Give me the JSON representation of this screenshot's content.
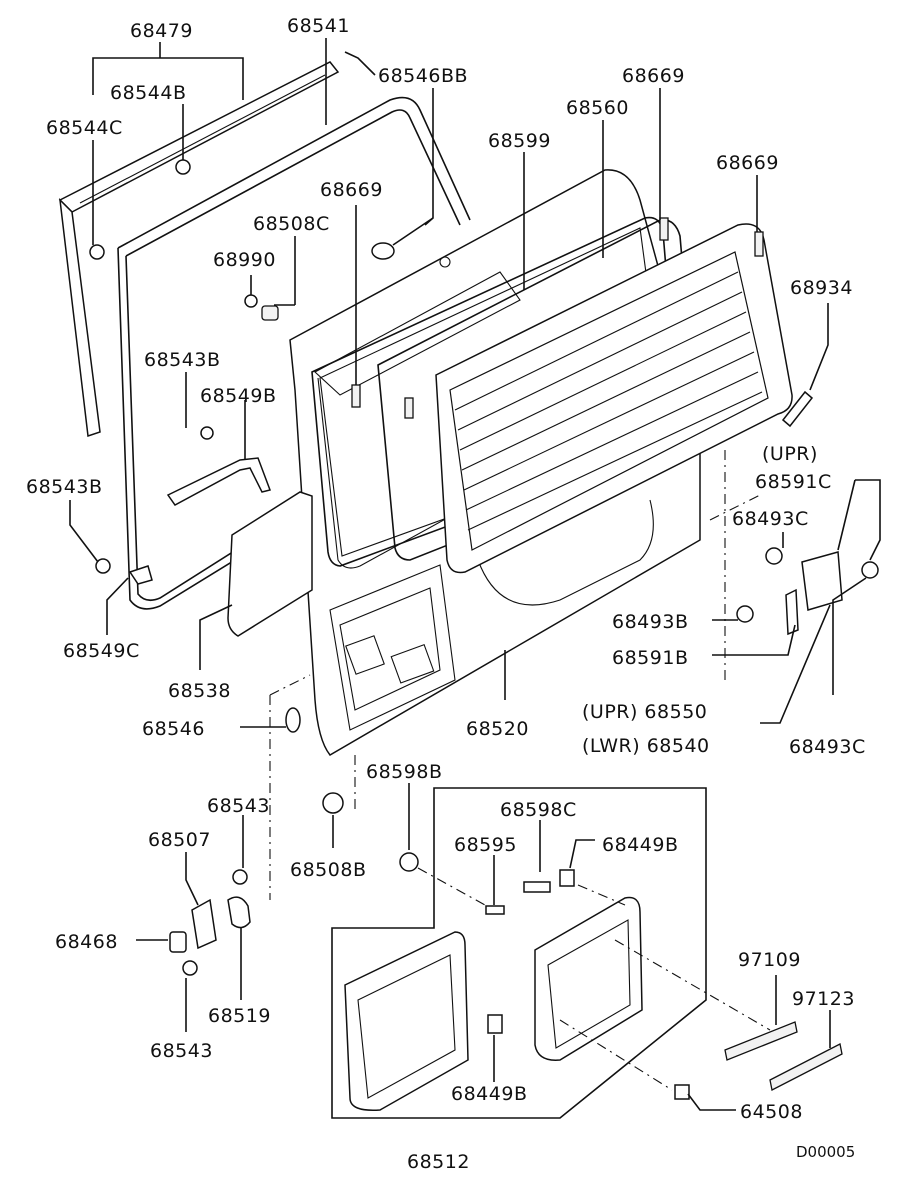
{
  "diagram_code": "D00005",
  "labels": {
    "l68479": "68479",
    "l68541": "68541",
    "l68546BB": "68546BB",
    "l68544B": "68544B",
    "l68544C": "68544C",
    "l68669a": "68669",
    "l68560": "68560",
    "l68599": "68599",
    "l68669b": "68669",
    "l68669c": "68669",
    "l68508C": "68508C",
    "l68990": "68990",
    "l68934": "68934",
    "l68543Ba": "68543B",
    "l68549B": "68549B",
    "upr1": "(UPR)",
    "l68591C": "68591C",
    "l68543Bb": "68543B",
    "l68493Ca": "68493C",
    "l68493B": "68493B",
    "l68549C": "68549C",
    "l68591B": "68591B",
    "l68538": "68538",
    "l68550": "(UPR) 68550",
    "l68546": "68546",
    "l68520": "68520",
    "l68540": "(LWR) 68540",
    "l68493Cb": "68493C",
    "l68598B": "68598B",
    "l68543a": "68543",
    "l68598C": "68598C",
    "l68507": "68507",
    "l68595": "68595",
    "l68449Ba": "68449B",
    "l68508B": "68508B",
    "l68468": "68468",
    "l68519": "68519",
    "l68543b": "68543",
    "l97109": "97109",
    "l97123": "97123",
    "l68449Bb": "68449B",
    "l64508": "64508",
    "l68512": "68512"
  },
  "icons": [
    "weatherstrip",
    "tailgate-panel",
    "rear-glass",
    "hinge",
    "latch",
    "trim-panel",
    "emblem",
    "bolt",
    "clip"
  ]
}
